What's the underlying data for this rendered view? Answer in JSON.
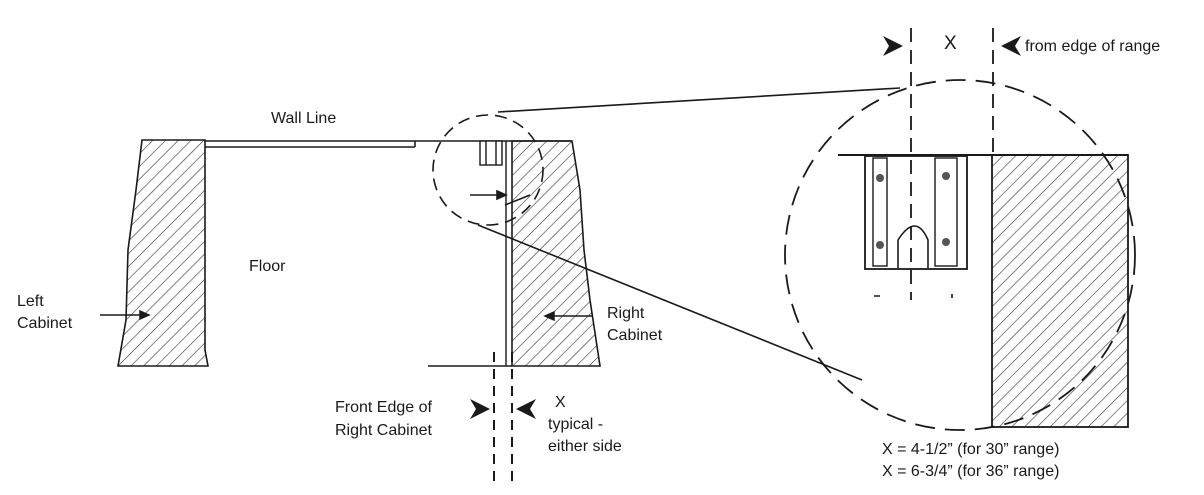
{
  "labels": {
    "wall_line": "Wall Line",
    "floor": "Floor",
    "left_cabinet": [
      "Left",
      "Cabinet"
    ],
    "right_cabinet": [
      "Right",
      "Cabinet"
    ],
    "front_edge": [
      "Front Edge of",
      "Right Cabinet"
    ],
    "x_marker_small": "X",
    "typical": [
      "typical  -",
      "either side"
    ],
    "x_marker_large": "X",
    "from_edge": "from edge of range",
    "formula_30": "X = 4-1/2” (for 30” range)",
    "formula_36": "X = 6-3/4” (for 36” range)"
  },
  "colors": {
    "line": "#1a1a1a",
    "hatch": "#333333",
    "background": "#ffffff"
  }
}
